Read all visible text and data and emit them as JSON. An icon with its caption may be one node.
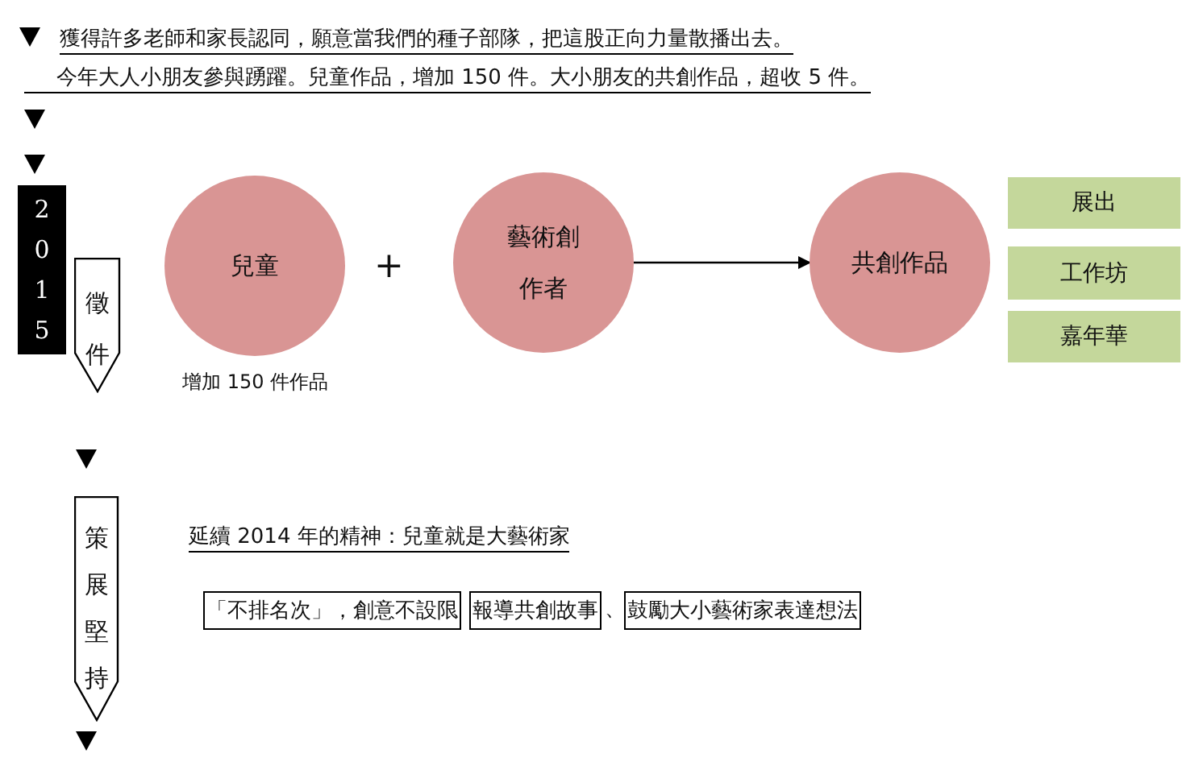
{
  "diagram": {
    "nodes": [
      {
        "text": [
          "2015"
        ]
      },
      {
        "text": [
          "徵件"
        ]
      },
      {
        "text": [
          "兒童"
        ],
        "beside": [
          "增加 150 件作品"
        ]
      },
      {
        "text": [
          "藝術創作者"
        ]
      },
      {
        "text": [
          "共創作品"
        ]
      },
      {
        "text": [
          "展出"
        ]
      },
      {
        "text": [
          "工作坊"
        ]
      },
      {
        "text": [
          "嘉年華"
        ]
      },
      {
        "text": [
          "策展堅持"
        ]
      },
      {
        "text": [
          "「不排名次」，創意不設限"
        ]
      },
      {
        "text": [
          "報導共創故事"
        ]
      },
      {
        "text": [
          "鼓勵大小藝術家表達想法"
        ]
      }
    ],
    "edges": [
      {
        "from": 3,
        "to": 4,
        "arrow": "to"
      }
    ],
    "labels": [
      "獲得許多老師和家長認同，願意當我們的種子部隊，把這股正向力量散播出去。",
      "今年大人小朋友參與踴躍。兒童作品，增加 150 件。大小朋友的共創作品，超收 5 件。",
      "+",
      "延續 2014 年的精神：兒童就是大藝術家",
      "、",
      "、"
    ]
  }
}
